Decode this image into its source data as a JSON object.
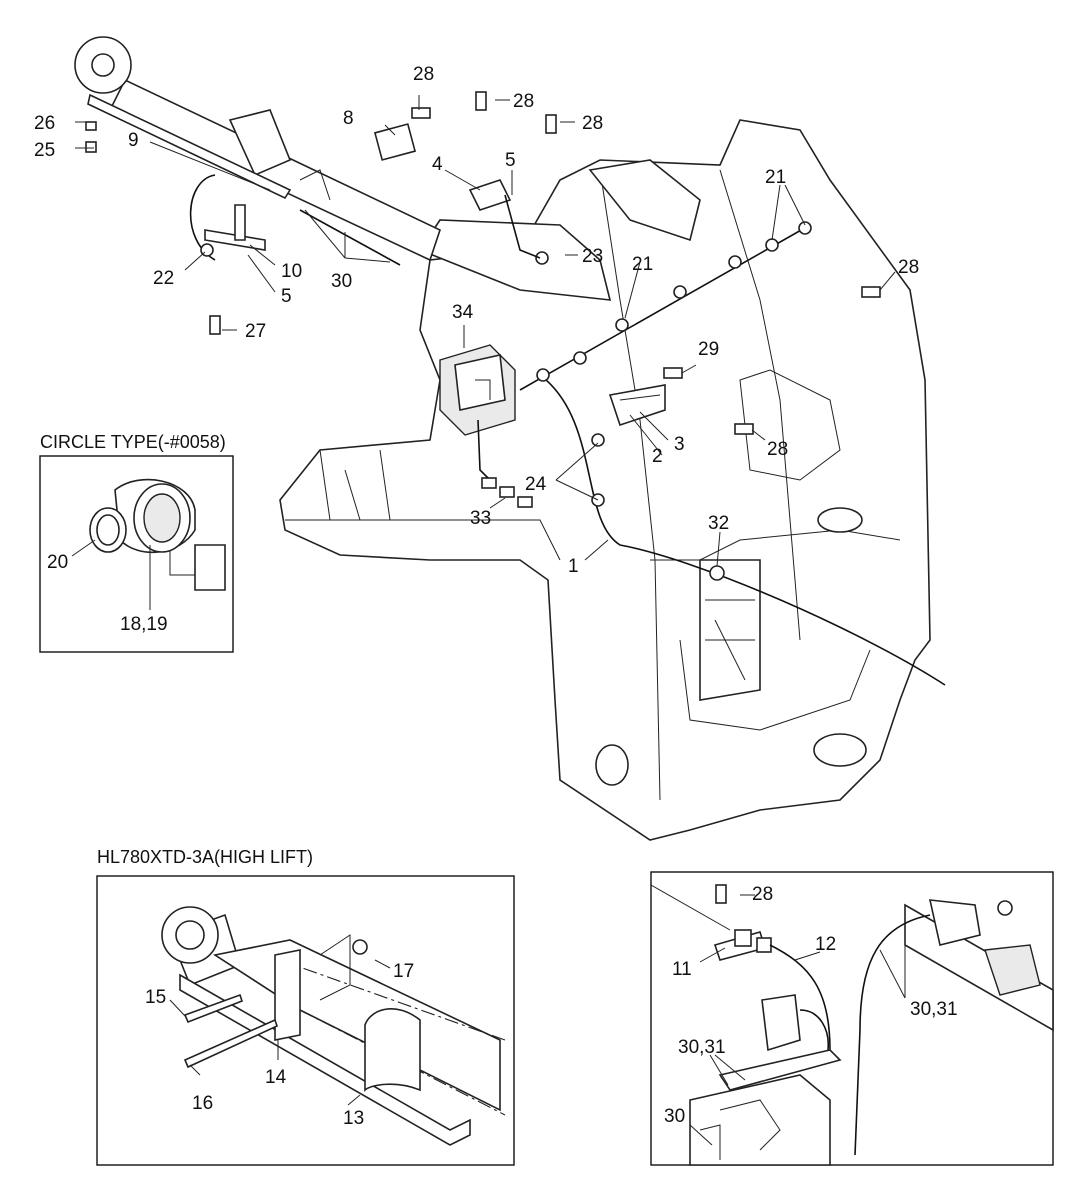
{
  "insets": {
    "circle_type": {
      "title": "CIRCLE TYPE(-#0058)"
    },
    "high_lift": {
      "title": "HL780XTD-3A(HIGH LIFT)"
    }
  },
  "callouts": {
    "main": [
      "28",
      "28",
      "28",
      "26",
      "25",
      "8",
      "9",
      "4",
      "5",
      "23",
      "21",
      "21",
      "28",
      "22",
      "10",
      "5",
      "30",
      "27",
      "34",
      "29",
      "3",
      "2",
      "28",
      "24",
      "33",
      "32",
      "1"
    ],
    "circle_type": [
      "20",
      "18,19"
    ],
    "high_lift": [
      "17",
      "15",
      "16",
      "14",
      "13"
    ],
    "detail": [
      "28",
      "11",
      "12",
      "30,31",
      "30,31",
      "30"
    ]
  }
}
